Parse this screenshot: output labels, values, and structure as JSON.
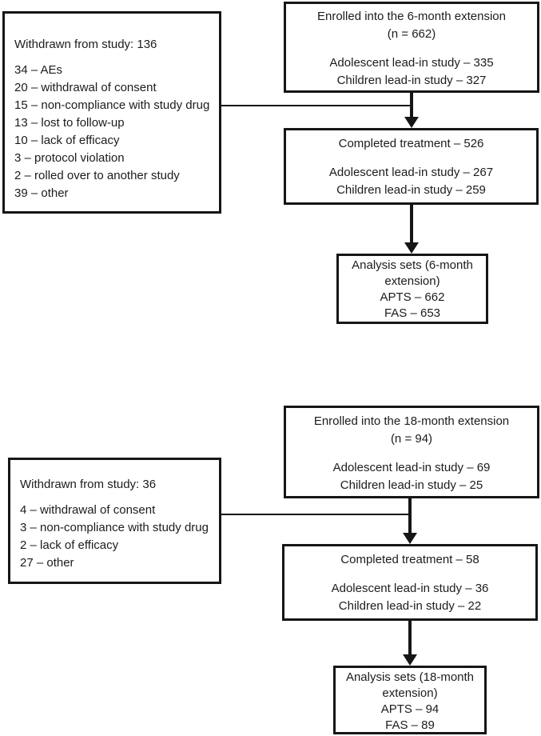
{
  "colors": {
    "line": "#161616",
    "background": "#ffffff",
    "text": "#1c1c1c"
  },
  "diagrams": [
    {
      "name": "6-month extension",
      "enrolled": {
        "title": "Enrolled into the 6-month extension",
        "n": "(n = 662)",
        "lines": [
          "Adolescent lead-in study – 335",
          "Children lead-in study – 327"
        ]
      },
      "withdrawn": {
        "title": "Withdrawn from study: 136",
        "items": [
          "34 – AEs",
          "20 – withdrawal of consent",
          "15 – non-compliance with study drug",
          "13 – lost to follow-up",
          "10 – lack of efficacy",
          "3 – protocol violation",
          "2 – rolled over to another study",
          "39 – other"
        ]
      },
      "completed": {
        "title": "Completed treatment – 526",
        "lines": [
          "Adolescent lead-in study – 267",
          "Children lead-in study – 259"
        ]
      },
      "analysis": {
        "title": "Analysis sets (6-month extension)",
        "lines": [
          "APTS – 662",
          "FAS –  653"
        ]
      }
    },
    {
      "name": "18-month extension",
      "enrolled": {
        "title": "Enrolled into the 18-month extension",
        "n": "(n = 94)",
        "lines": [
          "Adolescent lead-in study – 69",
          "Children lead-in study – 25"
        ]
      },
      "withdrawn": {
        "title": "Withdrawn from study: 36",
        "items": [
          "4 – withdrawal of consent",
          "3 – non-compliance with study drug",
          "2 – lack of efficacy",
          "27 – other"
        ]
      },
      "completed": {
        "title": "Completed treatment – 58",
        "lines": [
          "Adolescent lead-in study – 36",
          "Children lead-in study – 22"
        ]
      },
      "analysis": {
        "title": "Analysis sets (18-month extension)",
        "lines": [
          "APTS – 94",
          "FAS –  89"
        ]
      }
    }
  ]
}
